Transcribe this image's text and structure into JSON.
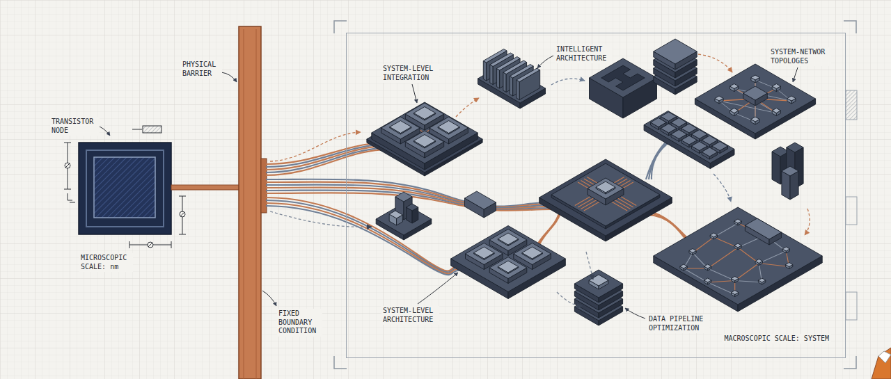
{
  "diagram": {
    "nodes": [
      {
        "text": [
          "MACROSCOPIC SCALE: SYSTEM"
        ]
      }
    ],
    "labels": [
      "PHYSICAL BARRIER",
      "TRANSISTOR NODE",
      "MICROSCOPIC SCALE: nm",
      "FIXED BOUNDARY CONDITION",
      "SYSTEM-LEVEL INTEGRATION",
      "INTELLIGENT ARCHITECTURE",
      "SYSTEM-NETWOR TOPOLOGES",
      "SYSTEM-LEVEL ARCHITECTURE",
      "DATA PIPELINE OPTIMIZATION"
    ]
  }
}
